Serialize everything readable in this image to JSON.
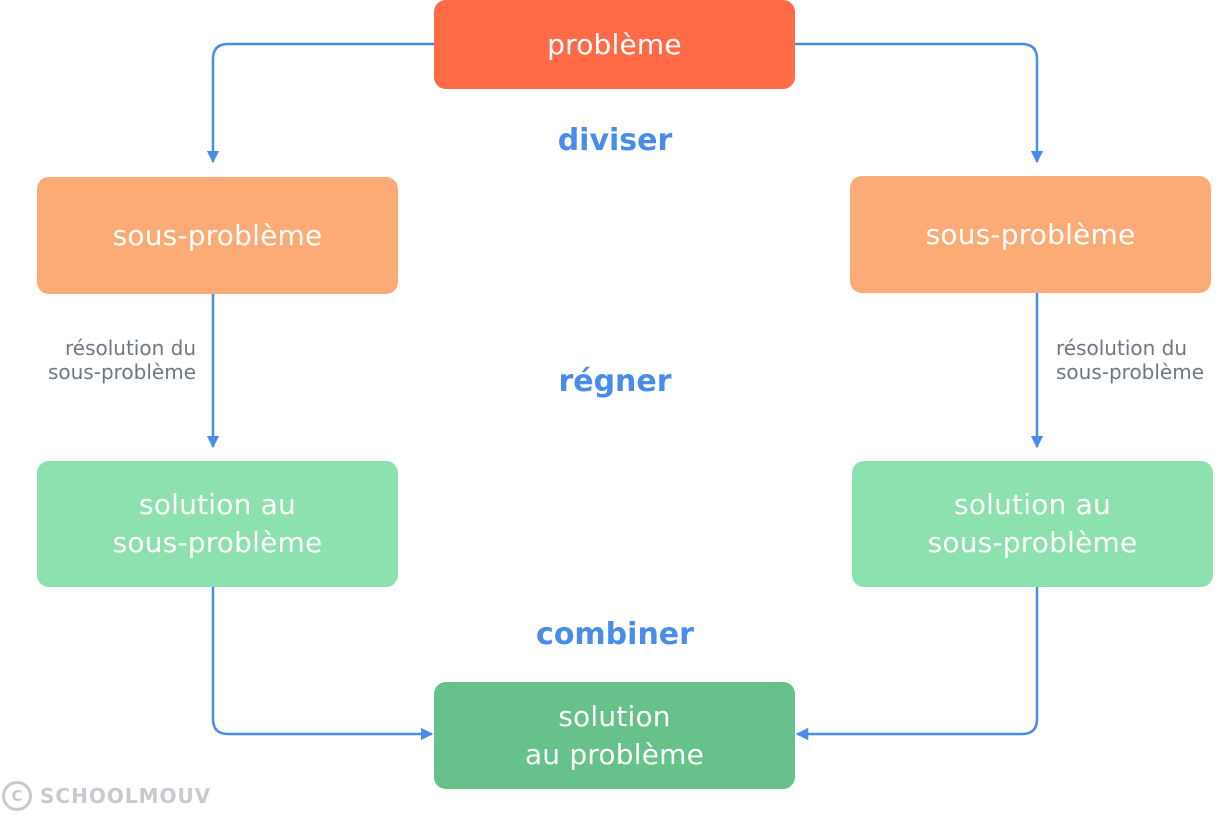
{
  "diagram": {
    "boxes": {
      "problem": {
        "lines": [
          "problème"
        ],
        "color": "#ff6a47"
      },
      "sub_left": {
        "lines": [
          "sous-problème"
        ],
        "color": "#fcab76"
      },
      "sub_right": {
        "lines": [
          "sous-problème"
        ],
        "color": "#fcab76"
      },
      "sol_left": {
        "lines": [
          "solution au",
          "sous-problème"
        ],
        "color": "#8ce1ae"
      },
      "sol_right": {
        "lines": [
          "solution au",
          "sous-problème"
        ],
        "color": "#8ce1ae"
      },
      "sol_final": {
        "lines": [
          "solution",
          "au problème"
        ],
        "color": "#66c28a"
      }
    },
    "stages": {
      "divide": "diviser",
      "conquer": "régner",
      "combine": "combiner"
    },
    "arrow_labels": {
      "left": [
        "résolution du",
        "sous-problème"
      ],
      "right": [
        "résolution du",
        "sous-problème"
      ]
    },
    "arrow_color": "#4a8cea"
  },
  "watermark": {
    "symbol": "C",
    "text": "SCHOOLMOUV"
  }
}
